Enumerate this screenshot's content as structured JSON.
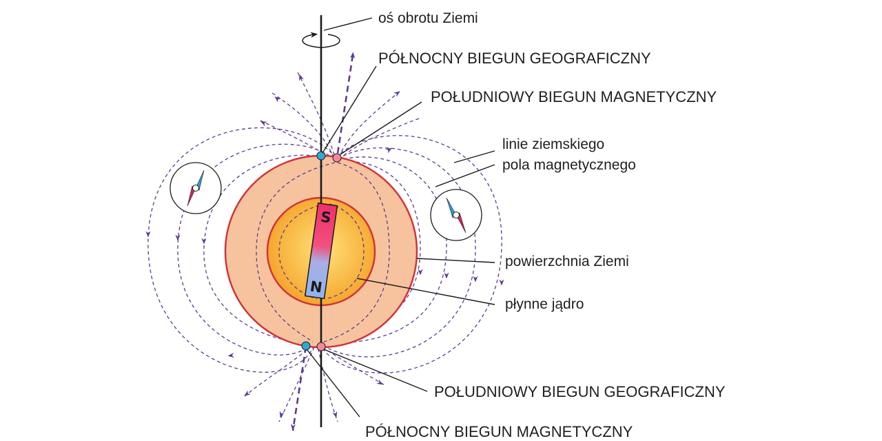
{
  "labels": {
    "rotation_axis": "oś obrotu Ziemi",
    "north_geo": "PÓŁNOCNY BIEGUN GEOGRAFICZNY",
    "south_mag": "POŁUDNIOWY BIEGUN MAGNETYCZNY",
    "field_lines_1": "linie ziemskiego",
    "field_lines_2": "pola magnetycznego",
    "surface": "powierzchnia Ziemi",
    "core": "płynne jądro",
    "south_geo": "POŁUDNIOWY BIEGUN GEOGRAFICZNY",
    "north_mag": "PÓŁNOCNY BIEGUN MAGNETYCZNY"
  },
  "magnet": {
    "top_pole": "S",
    "bottom_pole": "N"
  },
  "colors": {
    "earth_fill": "#f6c39e",
    "earth_stroke": "#cf3438",
    "core_center": "#ffe27a",
    "core_edge": "#f5a229",
    "field_line": "#5b3a91",
    "magnet_top": "#ee2f6c",
    "magnet_bottom": "#8fb4ee",
    "geo_pole_dot": "#34a7d6",
    "mag_pole_dot": "#f2879c",
    "compass_red": "#d8245a",
    "compass_blue": "#2e9fd6"
  },
  "icons": [
    "rotation-arrow-icon",
    "compass-icon",
    "bar-magnet-icon"
  ]
}
